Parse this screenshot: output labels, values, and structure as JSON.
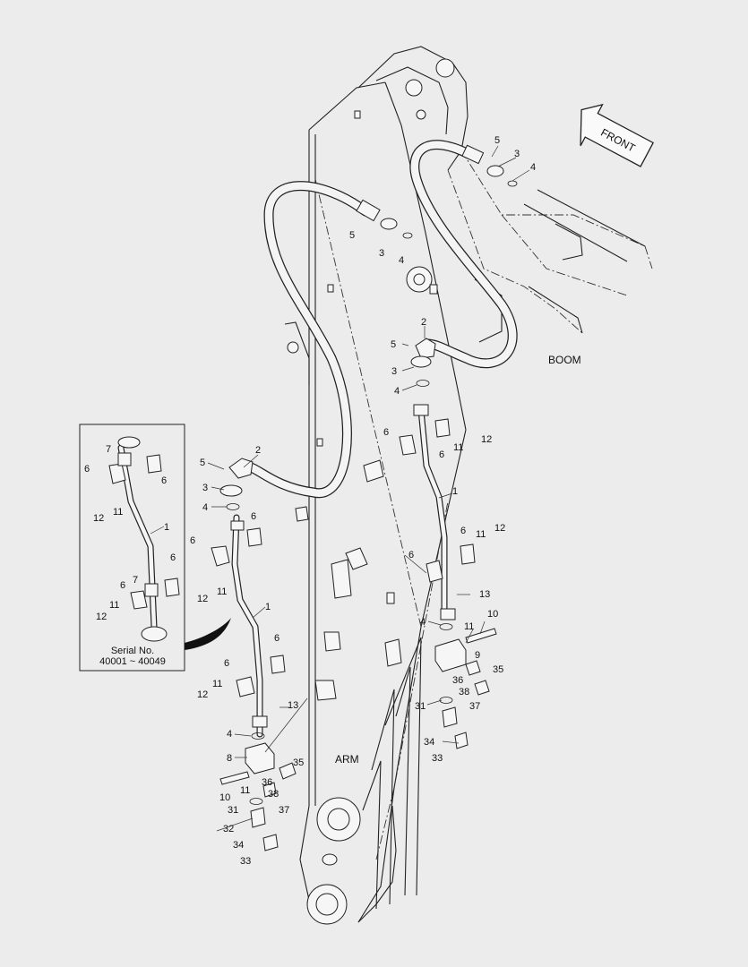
{
  "direction_label": "FRONT",
  "boom_label": "BOOM",
  "arm_label": "ARM",
  "inset": {
    "serial_label": "Serial No.",
    "serial_range": "40001 ~ 40049",
    "callouts": [
      "7",
      "6",
      "6",
      "12",
      "11",
      "1",
      "6",
      "7",
      "6",
      "11",
      "12"
    ]
  },
  "left_callouts": [
    "5",
    "2",
    "3",
    "4",
    "6",
    "6",
    "12",
    "11",
    "1",
    "6",
    "6",
    "11",
    "12",
    "13",
    "4",
    "8",
    "35",
    "36",
    "10",
    "11",
    "38",
    "37",
    "31",
    "32",
    "34",
    "33"
  ],
  "right_callouts": [
    "5",
    "3",
    "4",
    "5",
    "3",
    "4",
    "2",
    "5",
    "3",
    "4",
    "6",
    "11",
    "12",
    "6",
    "1",
    "6",
    "11",
    "12",
    "6",
    "13",
    "10",
    "4",
    "11",
    "9",
    "35",
    "36",
    "38",
    "37",
    "31",
    "34",
    "33"
  ],
  "colors": {
    "background": "#ececec",
    "line": "#222222"
  }
}
